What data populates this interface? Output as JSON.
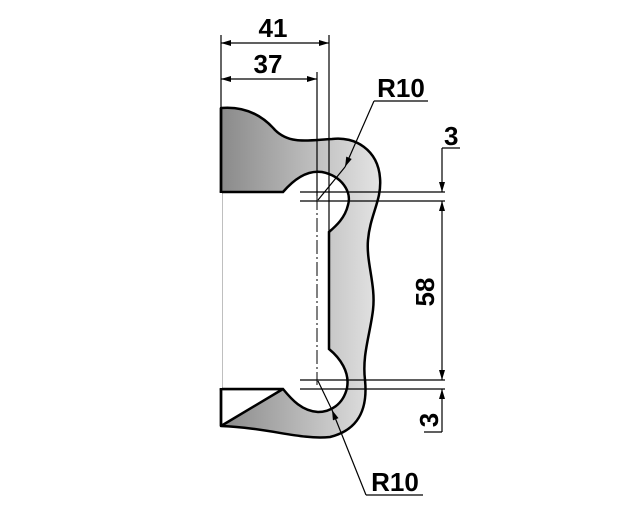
{
  "drawing": {
    "dimensions": {
      "overall_width": "41",
      "inner_width": "37",
      "radius_top": "R10",
      "radius_bottom": "R10",
      "gap_top": "3",
      "span": "58",
      "gap_bottom": "3"
    },
    "colors": {
      "fill_dark": "#8a8a8a",
      "fill_light": "#e2e2e2",
      "line": "#000000"
    }
  }
}
